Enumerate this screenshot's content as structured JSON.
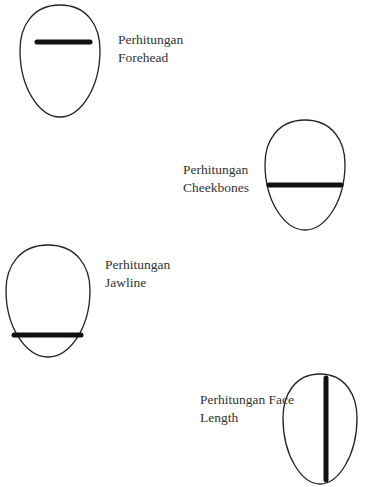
{
  "diagram": {
    "labels": [
      "Perhitungan Forehead",
      "Perhitungan Cheekbones",
      "Perhitungan Jawline",
      "Perhitungan Face Length"
    ]
  }
}
